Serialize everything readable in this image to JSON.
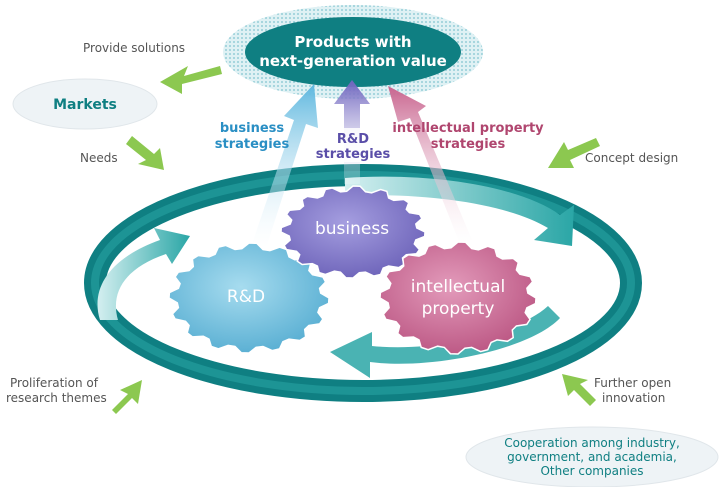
{
  "top": {
    "line1": "Products with",
    "line2": "next-generation value"
  },
  "markets": {
    "label": "Markets"
  },
  "cooperation": {
    "line1": "Cooperation among industry,",
    "line2": "government, and academia,",
    "line3": "Other companies"
  },
  "side_labels": {
    "provide_solutions": "Provide solutions",
    "needs": "Needs",
    "concept_design": "Concept design",
    "proliferation": [
      "Proliferation of",
      "research themes"
    ],
    "open_innovation": [
      "Further open",
      "innovation"
    ]
  },
  "strategies": {
    "business": [
      "business",
      "strategies"
    ],
    "rd": [
      "R&D",
      "strategies"
    ],
    "ip": [
      "intellectual property",
      "strategies"
    ]
  },
  "gears": {
    "business": "business",
    "rd": "R&D",
    "ip": [
      "intellectual",
      "property"
    ]
  },
  "colors": {
    "teal_dark": "#0f7f82",
    "teal": "#2aa6a6",
    "blue_gear": "#6bbcdc",
    "purple_gear": "#7f76c6",
    "pink_gear": "#c9658f",
    "green_arrow": "#8cc850",
    "text_blue": "#2a8fc4",
    "text_purple": "#5a4ea8",
    "text_pink": "#b0466f"
  }
}
